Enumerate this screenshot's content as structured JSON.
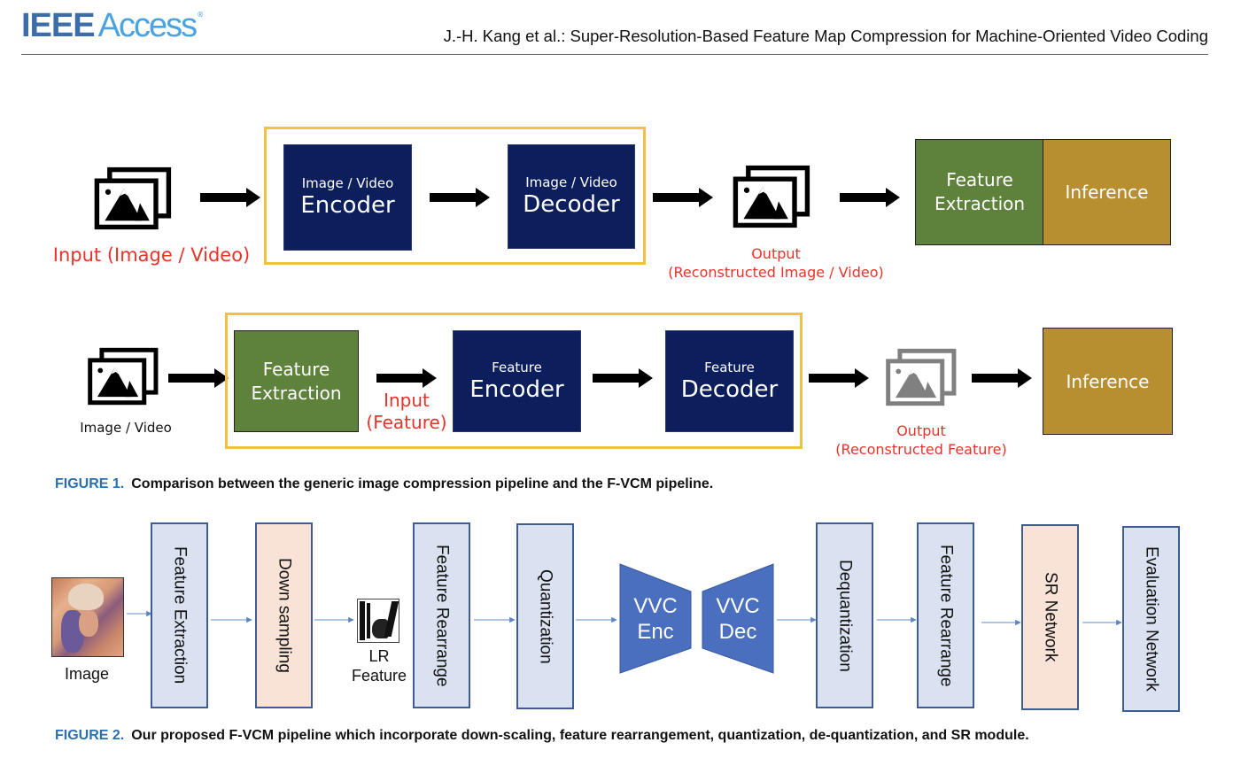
{
  "header": {
    "logo_primary": "IEEE",
    "logo_secondary": "Access",
    "logo_mark": "®",
    "running_head": "J.-H. Kang et al.: Super-Resolution-Based Feature Map Compression for Machine-Oriented Video Coding"
  },
  "colors": {
    "navy_block": "#0c1f5c",
    "green_block": "#5e813c",
    "gold_block": "#b78f31",
    "yellow_frame": "#f2c043",
    "red_label": "#e8332a",
    "fig2_blue_block": "#dae2f1",
    "fig2_peach_block": "#f8e3d6",
    "fig2_vvc": "#4a6fbf",
    "caption_tag": "#2a6fb0"
  },
  "figure1": {
    "row1": {
      "input_icon": "image-stack-icon",
      "input_label": "Input (Image / Video)",
      "encoder": {
        "small": "Image / Video",
        "big": "Encoder"
      },
      "decoder": {
        "small": "Image / Video",
        "big": "Decoder"
      },
      "output_icon": "image-stack-icon",
      "output_label_line1": "Output",
      "output_label_line2": "(Reconstructed Image / Video)",
      "feature_extraction_line1": "Feature",
      "feature_extraction_line2": "Extraction",
      "inference": "Inference"
    },
    "row2": {
      "input_icon": "image-stack-icon",
      "input_label": "Image / Video",
      "feature_extraction_line1": "Feature",
      "feature_extraction_line2": "Extraction",
      "mid_label_line1": "Input",
      "mid_label_line2": "(Feature)",
      "encoder": {
        "small": "Feature",
        "big": "Encoder"
      },
      "decoder": {
        "small": "Feature",
        "big": "Decoder"
      },
      "output_icon": "image-stack-gray-icon",
      "output_label_line1": "Output",
      "output_label_line2": "(Reconstructed Feature)",
      "inference": "Inference"
    },
    "caption_tag": "FIGURE 1.",
    "caption_text": "Comparison between the generic image compression pipeline and the F-VCM pipeline."
  },
  "figure2": {
    "image_label": "Image",
    "lr_label_line1": "LR",
    "lr_label_line2": "Feature",
    "blocks": [
      {
        "label": "Feature Extraction",
        "style": "blue"
      },
      {
        "label": "Down sampling",
        "style": "peach"
      },
      {
        "label": "Feature Rearrange",
        "style": "blue"
      },
      {
        "label": "Quantization",
        "style": "blue"
      },
      {
        "label": "Dequantization",
        "style": "blue"
      },
      {
        "label": "Feature Rearrange",
        "style": "blue"
      },
      {
        "label": "SR Network",
        "style": "peach"
      },
      {
        "label": "Evaluation Network",
        "style": "blue"
      }
    ],
    "vvc_enc_line1": "VVC",
    "vvc_enc_line2": "Enc",
    "vvc_dec_line1": "VVC",
    "vvc_dec_line2": "Dec",
    "caption_tag": "FIGURE 2.",
    "caption_text": "Our proposed F-VCM pipeline which incorporate down-scaling, feature rearrangement, quantization, de-quantization, and SR module."
  }
}
